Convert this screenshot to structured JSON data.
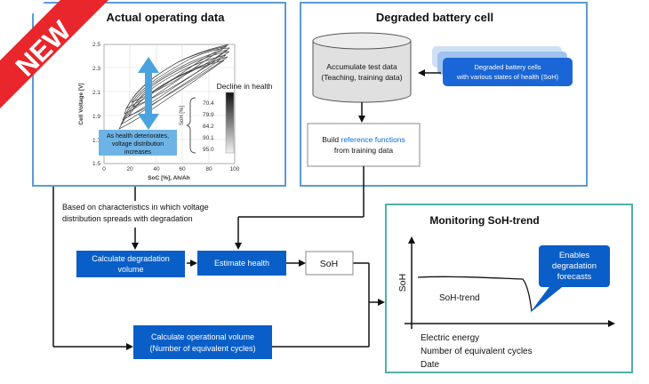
{
  "badge": {
    "label": "NEW",
    "color": "#e8262b"
  },
  "colors": {
    "panel_blue": "#5b9bd5",
    "panel_teal": "#4fb0a8",
    "box_blue": "#0a5ec7",
    "highlight_blue": "#0b6bd6",
    "callout_blue": "#4aa3df"
  },
  "operating_panel": {
    "title": "Actual operating data",
    "y_axis_label": "Cell Voltage [V]",
    "x_axis_label": "SoC [%], Ah/Ah",
    "y_ticks": [
      "2.5",
      "2.3",
      "2.1",
      "1.9",
      "1.7",
      "1.5"
    ],
    "x_ticks": [
      "0",
      "20",
      "40",
      "60",
      "80",
      "100"
    ],
    "callout": [
      "As health deteriorates,",
      "voltage distribution",
      "increases"
    ],
    "legend_title": "Decline in health",
    "legend_axis": "SoH [%]",
    "legend_values": [
      "70.4",
      "79.9",
      "84.2",
      "90.1",
      "95.0"
    ]
  },
  "degraded_panel": {
    "title": "Degraded battery cell",
    "database_label": [
      "Accumulate test data",
      "(Teaching, training data)"
    ],
    "cells_label": [
      "Degraded battery cells",
      "with various states of health (SoH)"
    ],
    "build_prefix": "Build ",
    "build_highlight": "reference functions",
    "build_suffix": "from training data"
  },
  "flow": {
    "note": [
      "Based on characteristics in which voltage",
      "distribution spreads with degradation"
    ],
    "calc_degradation": [
      "Calculate degradation",
      "volume"
    ],
    "estimate_health": "Estimate health",
    "soh": "SoH",
    "calc_operational": [
      "Calculate operational volume",
      "(Number of equivalent cycles)"
    ]
  },
  "monitor_panel": {
    "title": "Monitoring SoH-trend",
    "y_label": "SoH",
    "trend_label": "SoH-trend",
    "callout": [
      "Enables",
      "degradation",
      "forecasts"
    ],
    "x_labels": [
      "Electric energy",
      "Number of equivalent cycles",
      "Date"
    ]
  }
}
